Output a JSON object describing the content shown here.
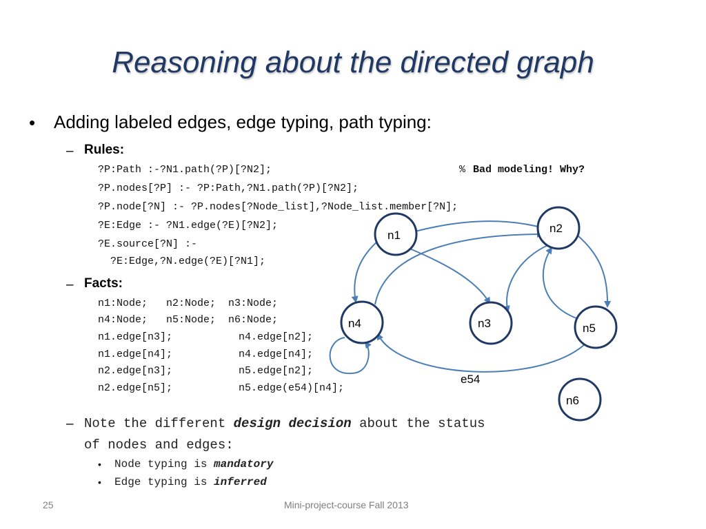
{
  "slide": {
    "title": "Reasoning about the directed graph",
    "bullet": "Adding labeled edges, edge typing, path typing:",
    "rules_heading": "Rules:",
    "rules": [
      "?P:Path :-?N1.path(?P)[?N2];",
      "?P.nodes[?P] :- ?P:Path,?N1.path(?P)[?N2];",
      "?P.node[?N] :- ?P.nodes[?Node_list],?Node_list.member[?N];",
      "?E:Edge :- ?N1.edge(?E)[?N2];",
      "?E.source[?N] :-",
      "  ?E:Edge,?N.edge(?E)[?N1];"
    ],
    "rule_comment_mark": "%",
    "rule_comment": "Bad modeling! Why?",
    "facts_heading": "Facts:",
    "facts_left": [
      "n1:Node;   n2:Node;  n3:Node;",
      "n4:Node;   n5:Node;  n6:Node;",
      "n1.edge[n3];",
      "n1.edge[n4];",
      "n2.edge[n3];",
      "n2.edge[n5];"
    ],
    "facts_right": [
      "",
      "",
      "n4.edge[n2];",
      "n4.edge[n4];",
      "n5.edge[n2];",
      "n5.edge(e54)[n4];"
    ],
    "note_part1": "Note the different ",
    "note_emph": "design decision",
    "note_part2": " about the status",
    "note_line2": "of nodes and edges:",
    "sub1_text": "Node typing is ",
    "sub1_emph": "mandatory",
    "sub2_text": "Edge typing is ",
    "sub2_emph": "inferred",
    "page_number": "25",
    "footer": "Mini-project-course Fall 2013"
  },
  "graph": {
    "nodes": [
      "n1",
      "n2",
      "n3",
      "n4",
      "n5",
      "n6"
    ],
    "edge_label": "e54",
    "node_stroke": "#1f3864",
    "edge_color": "#4a7eb5"
  }
}
